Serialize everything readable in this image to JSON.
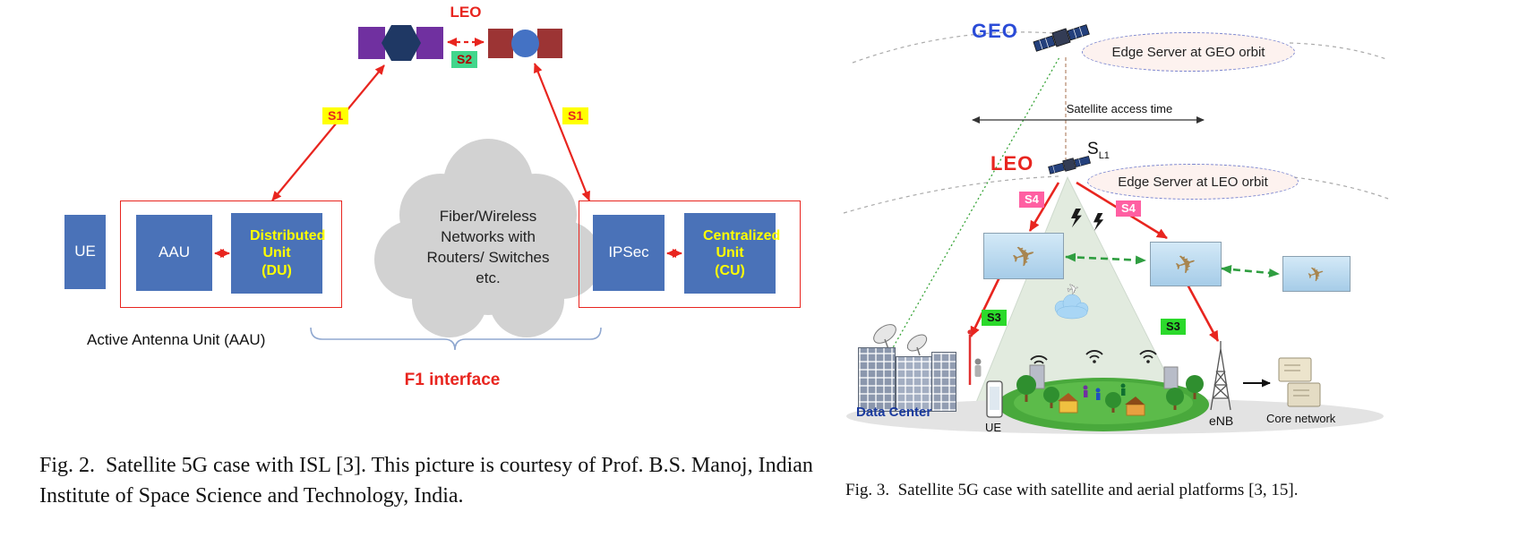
{
  "fig2": {
    "leo_label": "LEO",
    "s2_label": "S2",
    "s1_left": "S1",
    "s1_right": "S1",
    "ue": "UE",
    "aau": "AAU",
    "du": "Distributed Unit (DU)",
    "cloud_text": "Fiber/Wireless Networks with Routers/ Switches etc.",
    "ipsec": "IPSec",
    "cu": "Centralized Unit (CU)",
    "aau_full": "Active Antenna Unit (AAU)",
    "f1_label": "F1 interface",
    "caption": "Fig. 2.  Satellite 5G case with ISL [3]. This picture is courtesy of Prof. B.S. Manoj, Indian Institute of Space Science and Technology, India."
  },
  "fig3": {
    "geo_label": "GEO",
    "geo_edge_server": "Edge Server at GEO orbit",
    "access_time_label": "Satellite access time",
    "leo_label": "LEO",
    "sl1_main": "S",
    "sl1_sub": "L1",
    "leo_edge_server": "Edge Server at LEO orbit",
    "s4_left": "S4",
    "s4_right": "S4",
    "s3_left": "S3",
    "s3_right": "S3",
    "data_center_label": "Data Center",
    "ue_label": "UE",
    "enb_label": "eNB",
    "core_label": "Core network",
    "caption": "Fig. 3.  Satellite 5G case with satellite and aerial platforms [3, 15]."
  },
  "icons": {
    "aircraft_glyph": "✈"
  },
  "colors": {
    "box_blue": "#4a72b8",
    "diagram_red": "#e8251f",
    "yellow_highlight": "#ffff00",
    "green_highlight": "#42d68c",
    "bright_green_highlight": "#2bd92b",
    "pink_highlight": "#ff5fa2",
    "purple_satellite": "#7030a0",
    "navy_hexagon": "#1f3864",
    "brick_satellite": "#9c3434",
    "geo_blue": "#2a4bd7",
    "cloud_gray": "#d2d2d2"
  }
}
